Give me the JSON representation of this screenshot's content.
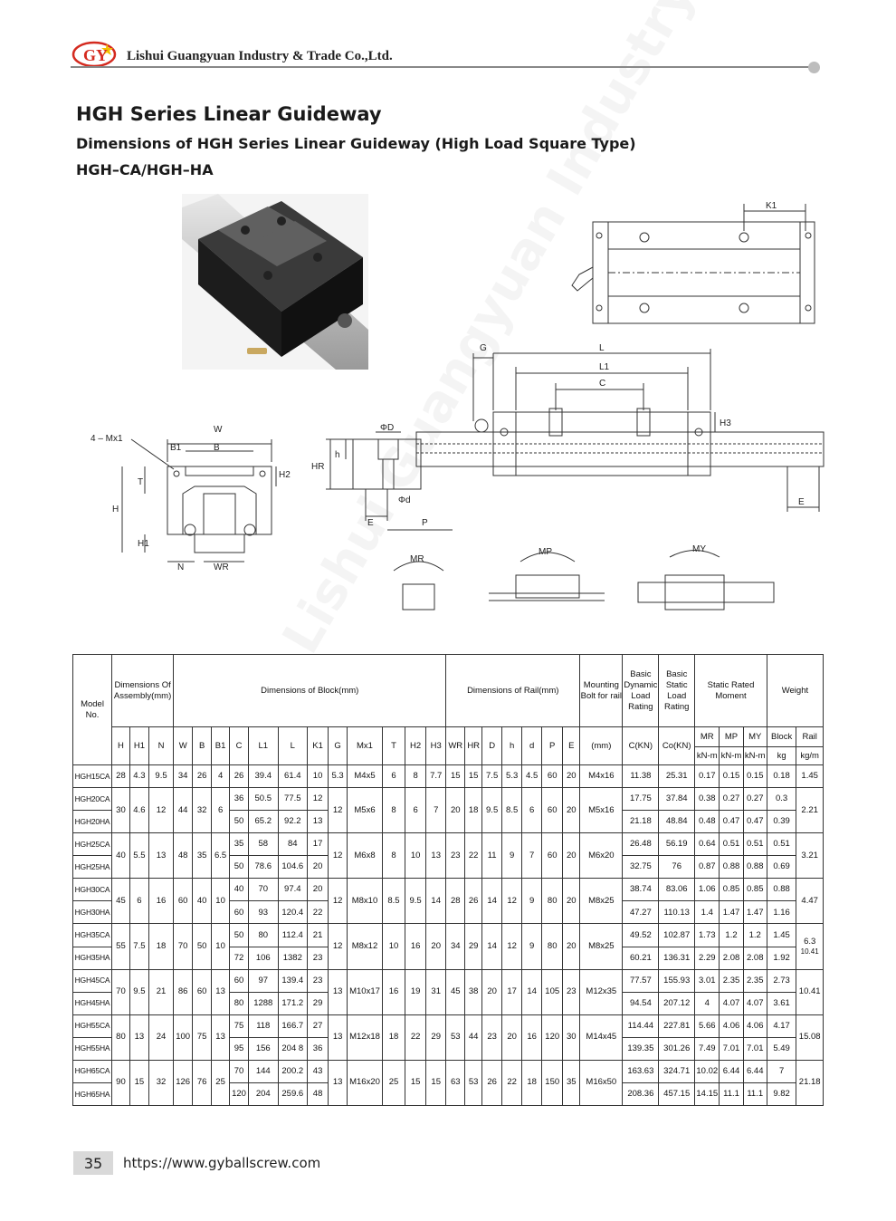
{
  "header": {
    "company": "Lishui Guangyuan Industry & Trade Co.,Ltd.",
    "logo_text": "GY"
  },
  "titles": {
    "main": "HGH Series Linear Guideway",
    "sub": "Dimensions of HGH Series Linear Guideway (High Load Square Type)",
    "models": "HGH–CA/HGH–HA"
  },
  "watermark": "Lishui Guangyuan Industry & Trade Co.,Ltd.",
  "drawing_labels": {
    "k1": "K1",
    "g": "G",
    "l": "L",
    "l1": "L1",
    "c": "C",
    "h3": "H3",
    "e": "E",
    "mx": "4 – Mx1",
    "w": "W",
    "b1": "B1",
    "b": "B",
    "t": "T",
    "h2": "H2",
    "h": "H",
    "h1": "H1",
    "n": "N",
    "wr": "WR",
    "phi_d_big": "ΦD",
    "hr": "HR",
    "h_small": "h",
    "phi_d_small": "Φd",
    "p": "P",
    "mr": "MR",
    "mp": "MP",
    "my": "MY"
  },
  "table": {
    "head": {
      "model": "Model No.",
      "assembly": "Dimensions Of Assembly(mm)",
      "block": "Dimensions of Block(mm)",
      "rail": "Dimensions of Rail(mm)",
      "bolt": "Mounting Bolt for rail",
      "dynamic": "Basic Dynamic Load Rating",
      "static": "Basic Static Load Rating",
      "moment": "Static Rated Moment",
      "weight": "Weight"
    },
    "cols": {
      "H": "H",
      "H1": "H1",
      "N": "N",
      "W": "W",
      "B": "B",
      "B1": "B1",
      "C": "C",
      "L1": "L1",
      "L": "L",
      "K1": "K1",
      "G": "G",
      "Mx1": "Mx1",
      "T": "T",
      "H2": "H2",
      "H3": "H3",
      "WR": "WR",
      "HR": "HR",
      "D": "D",
      "h": "h",
      "d": "d",
      "P": "P",
      "E": "E",
      "mm": "(mm)",
      "C_kn": "C(KN)",
      "C0_kn": "Co(KN)",
      "MR": "MR",
      "MP": "MP",
      "MY": "MY",
      "block": "Block",
      "rail": "Rail",
      "knm1": "kN-m",
      "knm2": "kN-m",
      "knm3": "kN-m",
      "kg": "kg",
      "kgm": "kg/m"
    },
    "hgh15": {
      "model": "HGH15CA",
      "H": "28",
      "H1": "4.3",
      "N": "9.5",
      "W": "34",
      "B": "26",
      "B1": "4",
      "C": "26",
      "L1": "39.4",
      "L": "61.4",
      "K1": "10",
      "G": "5.3",
      "Mx1": "M4x5",
      "T": "6",
      "H2": "8",
      "H3": "7.7",
      "WR": "15",
      "HR": "15",
      "D": "7.5",
      "h": "5.3",
      "d": "4.5",
      "P": "60",
      "E": "20",
      "bolt": "M4x16",
      "C_kn": "11.38",
      "C0_kn": "25.31",
      "MR": "0.17",
      "MP": "0.15",
      "MY": "0.15",
      "block": "0.18",
      "rail": "1.45"
    },
    "groups": [
      {
        "H": "30",
        "H1": "4.6",
        "N": "12",
        "W": "44",
        "B": "32",
        "B1": "6",
        "G": "12",
        "Mx1": "M5x6",
        "T": "8",
        "H2": "6",
        "H3": "7",
        "WR": "20",
        "HR": "18",
        "D": "9.5",
        "h": "8.5",
        "d": "6",
        "P": "60",
        "E": "20",
        "bolt": "M5x16",
        "rail": "2.21",
        "ca": {
          "model": "HGH20CA",
          "C": "36",
          "L1": "50.5",
          "L": "77.5",
          "K1": "12",
          "C_kn": "17.75",
          "C0_kn": "37.84",
          "MR": "0.38",
          "MP": "0.27",
          "MY": "0.27",
          "block": "0.3"
        },
        "ha": {
          "model": "HGH20HA",
          "C": "50",
          "L1": "65.2",
          "L": "92.2",
          "K1": "13",
          "C_kn": "21.18",
          "C0_kn": "48.84",
          "MR": "0.48",
          "MP": "0.47",
          "MY": "0.47",
          "block": "0.39"
        }
      },
      {
        "H": "40",
        "H1": "5.5",
        "N": "13",
        "W": "48",
        "B": "35",
        "B1": "6.5",
        "G": "12",
        "Mx1": "M6x8",
        "T": "8",
        "H2": "10",
        "H3": "13",
        "WR": "23",
        "HR": "22",
        "D": "11",
        "h": "9",
        "d": "7",
        "P": "60",
        "E": "20",
        "bolt": "M6x20",
        "rail": "3.21",
        "ca": {
          "model": "HGH25CA",
          "C": "35",
          "L1": "58",
          "L": "84",
          "K1": "17",
          "C_kn": "26.48",
          "C0_kn": "56.19",
          "MR": "0.64",
          "MP": "0.51",
          "MY": "0.51",
          "block": "0.51"
        },
        "ha": {
          "model": "HGH25HA",
          "C": "50",
          "L1": "78.6",
          "L": "104.6",
          "K1": "20",
          "C_kn": "32.75",
          "C0_kn": "76",
          "MR": "0.87",
          "MP": "0.88",
          "MY": "0.88",
          "block": "0.69"
        }
      },
      {
        "H": "45",
        "H1": "6",
        "N": "16",
        "W": "60",
        "B": "40",
        "B1": "10",
        "G": "12",
        "Mx1": "M8x10",
        "T": "8.5",
        "H2": "9.5",
        "H3": "14",
        "WR": "28",
        "HR": "26",
        "D": "14",
        "h": "12",
        "d": "9",
        "P": "80",
        "E": "20",
        "bolt": "M8x25",
        "rail": "4.47",
        "ca": {
          "model": "HGH30CA",
          "C": "40",
          "L1": "70",
          "L": "97.4",
          "K1": "20",
          "C_kn": "38.74",
          "C0_kn": "83.06",
          "MR": "1.06",
          "MP": "0.85",
          "MY": "0.85",
          "block": "0.88"
        },
        "ha": {
          "model": "HGH30HA",
          "C": "60",
          "L1": "93",
          "L": "120.4",
          "K1": "22",
          "C_kn": "47.27",
          "C0_kn": "110.13",
          "MR": "1.4",
          "MP": "1.47",
          "MY": "1.47",
          "block": "1.16"
        }
      },
      {
        "H": "55",
        "H1": "7.5",
        "N": "18",
        "W": "70",
        "B": "50",
        "B1": "10",
        "G": "12",
        "Mx1": "M8x12",
        "T": "10",
        "H2": "16",
        "H3": "20",
        "WR": "34",
        "HR": "29",
        "D": "14",
        "h": "12",
        "d": "9",
        "P": "80",
        "E": "20",
        "bolt": "M8x25",
        "rail": "6.3",
        "rail_extra": "10.41",
        "ca": {
          "model": "HGH35CA",
          "C": "50",
          "L1": "80",
          "L": "112.4",
          "K1": "21",
          "C_kn": "49.52",
          "C0_kn": "102.87",
          "MR": "1.73",
          "MP": "1.2",
          "MY": "1.2",
          "block": "1.45"
        },
        "ha": {
          "model": "HGH35HA",
          "C": "72",
          "L1": "106",
          "L": "1382",
          "K1": "23",
          "C_kn": "60.21",
          "C0_kn": "136.31",
          "MR": "2.29",
          "MP": "2.08",
          "MY": "2.08",
          "block": "1.92"
        }
      },
      {
        "H": "70",
        "H1": "9.5",
        "N": "21",
        "W": "86",
        "B": "60",
        "B1": "13",
        "G": "13",
        "Mx1": "M10x17",
        "T": "16",
        "H2": "19",
        "H3": "31",
        "WR": "45",
        "HR": "38",
        "D": "20",
        "h": "17",
        "d": "14",
        "P": "105",
        "E": "23",
        "bolt": "M12x35",
        "rail": "10.41",
        "ca": {
          "model": "HGH45CA",
          "C": "60",
          "L1": "97",
          "L": "139.4",
          "K1": "23",
          "C_kn": "77.57",
          "C0_kn": "155.93",
          "MR": "3.01",
          "MP": "2.35",
          "MY": "2.35",
          "block": "2.73"
        },
        "ha": {
          "model": "HGH45HA",
          "C": "80",
          "L1": "1288",
          "L": "171.2",
          "K1": "29",
          "C_kn": "94.54",
          "C0_kn": "207.12",
          "MR": "4",
          "MP": "4.07",
          "MY": "4.07",
          "block": "3.61"
        }
      },
      {
        "H": "80",
        "H1": "13",
        "N": "24",
        "W": "100",
        "B": "75",
        "B1": "13",
        "G": "13",
        "Mx1": "M12x18",
        "T": "18",
        "H2": "22",
        "H3": "29",
        "WR": "53",
        "HR": "44",
        "D": "23",
        "h": "20",
        "d": "16",
        "P": "120",
        "E": "30",
        "bolt": "M14x45",
        "rail": "15.08",
        "ca": {
          "model": "HGH55CA",
          "C": "75",
          "L1": "118",
          "L": "166.7",
          "K1": "27",
          "C_kn": "114.44",
          "C0_kn": "227.81",
          "MR": "5.66",
          "MP": "4.06",
          "MY": "4.06",
          "block": "4.17"
        },
        "ha": {
          "model": "HGH55HA",
          "C": "95",
          "L1": "156",
          "L": "204 8",
          "K1": "36",
          "C_kn": "139.35",
          "C0_kn": "301.26",
          "MR": "7.49",
          "MP": "7.01",
          "MY": "7.01",
          "block": "5.49"
        }
      },
      {
        "H": "90",
        "H1": "15",
        "N": "32",
        "W": "126",
        "B": "76",
        "B1": "25",
        "G": "13",
        "Mx1": "M16x20",
        "T": "25",
        "H2": "15",
        "H3": "15",
        "WR": "63",
        "HR": "53",
        "D": "26",
        "h": "22",
        "d": "18",
        "P": "150",
        "E": "35",
        "bolt": "M16x50",
        "rail": "21.18",
        "ca": {
          "model": "HGH65CA",
          "C": "70",
          "L1": "144",
          "L": "200.2",
          "K1": "43",
          "C_kn": "163.63",
          "C0_kn": "324.71",
          "MR": "10.02",
          "MP": "6.44",
          "MY": "6.44",
          "block": "7"
        },
        "ha": {
          "model": "HGH65HA",
          "C": "120",
          "L1": "204",
          "L": "259.6",
          "K1": "48",
          "C_kn": "208.36",
          "C0_kn": "457.15",
          "MR": "14.15",
          "MP": "11.1",
          "MY": "11.1",
          "block": "9.82"
        }
      }
    ]
  },
  "footer": {
    "page": "35",
    "url": "https://www.gyballscrew.com"
  },
  "colors": {
    "logo_red": "#d42a1f",
    "logo_yellow": "#f2c200",
    "header_line": "#888888",
    "footer_box": "#d9d9d9"
  }
}
